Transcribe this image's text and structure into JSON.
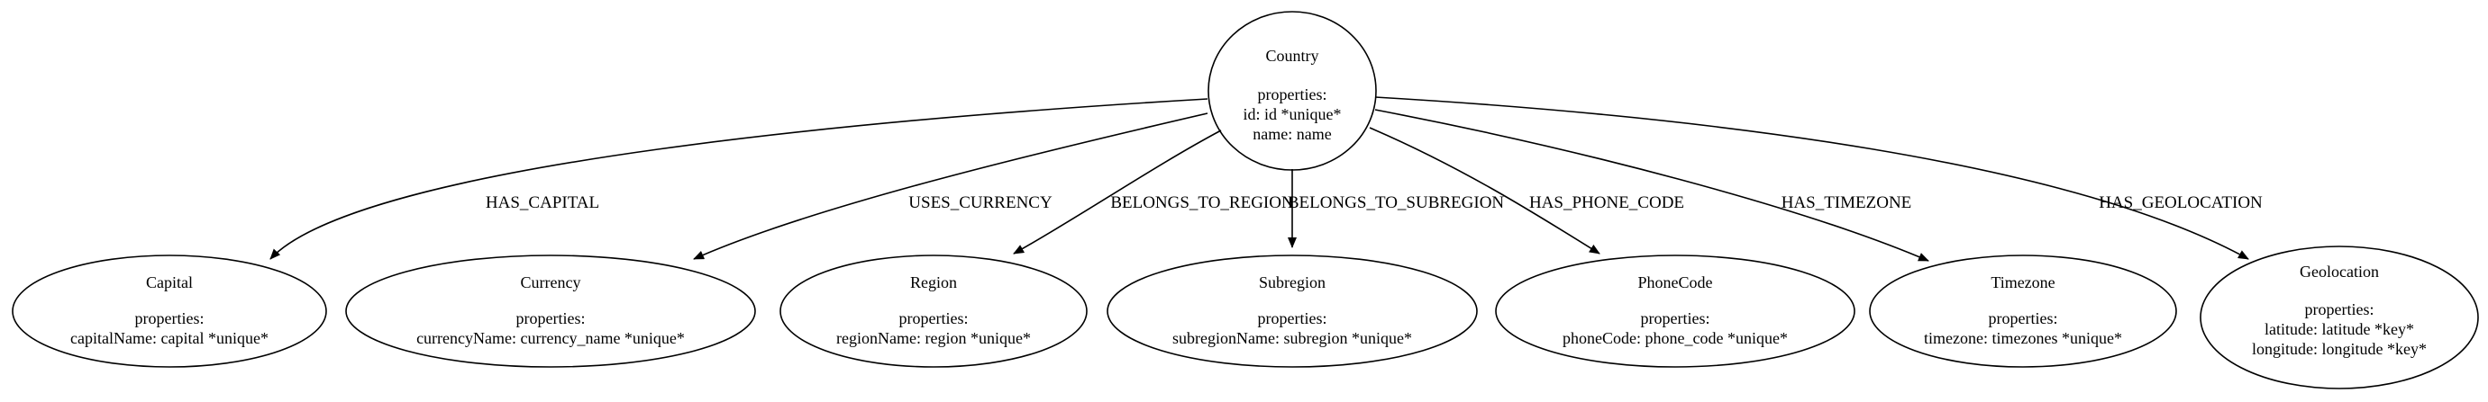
{
  "diagram": {
    "root": {
      "title": "Country",
      "properties_label": "properties:",
      "properties": [
        "id: id *unique*",
        "name: name"
      ]
    },
    "nodes": [
      {
        "id": "capital",
        "title": "Capital",
        "properties_label": "properties:",
        "properties": [
          "capitalName: capital *unique*"
        ],
        "edge_label": "HAS_CAPITAL"
      },
      {
        "id": "currency",
        "title": "Currency",
        "properties_label": "properties:",
        "properties": [
          "currencyName: currency_name *unique*"
        ],
        "edge_label": "USES_CURRENCY"
      },
      {
        "id": "region",
        "title": "Region",
        "properties_label": "properties:",
        "properties": [
          "regionName: region *unique*"
        ],
        "edge_label": "BELONGS_TO_REGION"
      },
      {
        "id": "subregion",
        "title": "Subregion",
        "properties_label": "properties:",
        "properties": [
          "subregionName: subregion *unique*"
        ],
        "edge_label": "BELONGS_TO_SUBREGION"
      },
      {
        "id": "phonecode",
        "title": "PhoneCode",
        "properties_label": "properties:",
        "properties": [
          "phoneCode: phone_code *unique*"
        ],
        "edge_label": "HAS_PHONE_CODE"
      },
      {
        "id": "timezone",
        "title": "Timezone",
        "properties_label": "properties:",
        "properties": [
          "timezone: timezones *unique*"
        ],
        "edge_label": "HAS_TIMEZONE"
      },
      {
        "id": "geolocation",
        "title": "Geolocation",
        "properties_label": "properties:",
        "properties": [
          "latitude: latitude *key*",
          "longitude: longitude *key*"
        ],
        "edge_label": "HAS_GEOLOCATION"
      }
    ]
  }
}
